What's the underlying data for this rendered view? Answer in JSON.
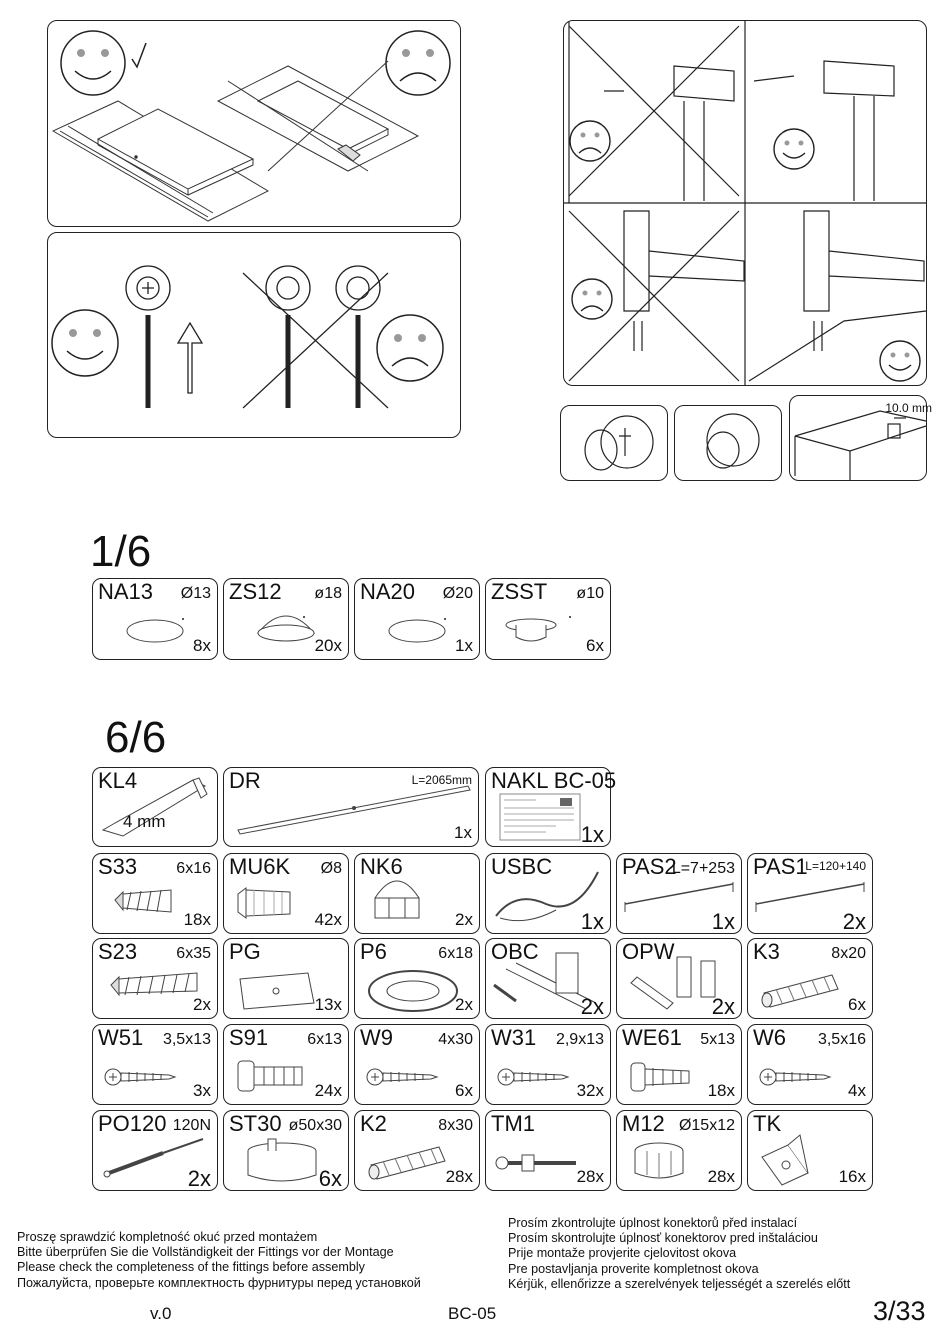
{
  "diagram_labels": {
    "dowel_depth": "10.0 mm"
  },
  "sections": [
    {
      "label": "1/6",
      "parts": [
        {
          "code": "NA13",
          "dim": "Ø13",
          "qty": "8x",
          "icon": "round-cap-icon"
        },
        {
          "code": "ZS12",
          "dim": "ø18",
          "qty": "20x",
          "icon": "dome-cap-icon"
        },
        {
          "code": "NA20",
          "dim": "Ø20",
          "qty": "1x",
          "icon": "round-cap-icon"
        },
        {
          "code": "ZSST",
          "dim": "ø10",
          "qty": "6x",
          "icon": "plug-cap-icon"
        }
      ]
    },
    {
      "label": "6/6",
      "parts": [
        {
          "code": "KL4",
          "sub": "4 mm",
          "qty": "",
          "icon": "hex-key-icon"
        },
        {
          "code": "DR",
          "dim": "L=2065mm",
          "qty": "1x",
          "icon": "rod-icon"
        },
        {
          "code": "NAKL BC-05",
          "qty": "1x",
          "icon": "label-sticker-icon"
        },
        {
          "code": "S33",
          "dim": "6x16",
          "qty": "18x",
          "icon": "confirmat-screw-icon"
        },
        {
          "code": "MU6K",
          "dim": "Ø8",
          "qty": "42x",
          "icon": "insert-nut-icon"
        },
        {
          "code": "NK6",
          "qty": "2x",
          "icon": "cap-nut-icon"
        },
        {
          "code": "USBC",
          "qty": "1x",
          "icon": "handle-icon"
        },
        {
          "code": "PAS2",
          "dim": "L=7+253",
          "qty": "1x",
          "icon": "strap-icon"
        },
        {
          "code": "PAS1",
          "dim": "L=120+140",
          "qty": "2x",
          "icon": "strap-icon"
        },
        {
          "code": "S23",
          "dim": "6x35",
          "qty": "2x",
          "icon": "long-screw-icon"
        },
        {
          "code": "PG",
          "qty": "13x",
          "icon": "plate-icon"
        },
        {
          "code": "P6",
          "dim": "6x18",
          "qty": "2x",
          "icon": "washer-icon"
        },
        {
          "code": "OBC",
          "qty": "2x",
          "icon": "brace-kit-icon"
        },
        {
          "code": "OPW",
          "qty": "2x",
          "icon": "hinge-kit-icon"
        },
        {
          "code": "K3",
          "dim": "8x20",
          "qty": "6x",
          "icon": "dowel-icon"
        },
        {
          "code": "W51",
          "dim": "3,5x13",
          "qty": "3x",
          "icon": "wood-screw-icon"
        },
        {
          "code": "S91",
          "dim": "6x13",
          "qty": "24x",
          "icon": "bolt-icon"
        },
        {
          "code": "W9",
          "dim": "4x30",
          "qty": "6x",
          "icon": "wood-screw-icon"
        },
        {
          "code": "W31",
          "dim": "2,9x13",
          "qty": "32x",
          "icon": "wood-screw-icon"
        },
        {
          "code": "WE61",
          "dim": "5x13",
          "qty": "18x",
          "icon": "euro-screw-icon"
        },
        {
          "code": "W6",
          "dim": "3,5x16",
          "qty": "4x",
          "icon": "wood-screw-icon"
        },
        {
          "code": "PO120",
          "dim": "120N",
          "qty": "2x",
          "icon": "gas-spring-icon"
        },
        {
          "code": "ST30",
          "dim": "ø50x30",
          "qty": "6x",
          "icon": "foot-icon"
        },
        {
          "code": "K2",
          "dim": "8x30",
          "qty": "28x",
          "icon": "dowel-icon"
        },
        {
          "code": "TM1",
          "qty": "28x",
          "icon": "cam-bolt-icon"
        },
        {
          "code": "M12",
          "dim": "Ø15x12",
          "qty": "28x",
          "icon": "cam-lock-icon"
        },
        {
          "code": "TK",
          "qty": "16x",
          "icon": "corner-bracket-icon"
        }
      ]
    }
  ],
  "notes_left": [
    "Proszę sprawdzić kompletność okuć przed montażem",
    "Bitte überprüfen Sie die Vollständigkeit der Fittings vor der Montage",
    "Please check the completeness of the fittings before assembly",
    "Пожалуйста, проверьте комплектность фурнитуры перед установкой"
  ],
  "notes_right": [
    "Prosím zkontrolujte úplnost konektorů před instalací",
    "Prosím skontrolujte úplnosť konektorov pred inštaláciou",
    "Prije montaže provjerite cjelovitost okova",
    "Pre postavljanja proverite kompletnost okova",
    "Kérjük, ellenőrizze a szerelvények teljességét a szerelés előtt"
  ],
  "footer": {
    "version": "v.0",
    "model": "BC-05",
    "page": "3/33"
  }
}
